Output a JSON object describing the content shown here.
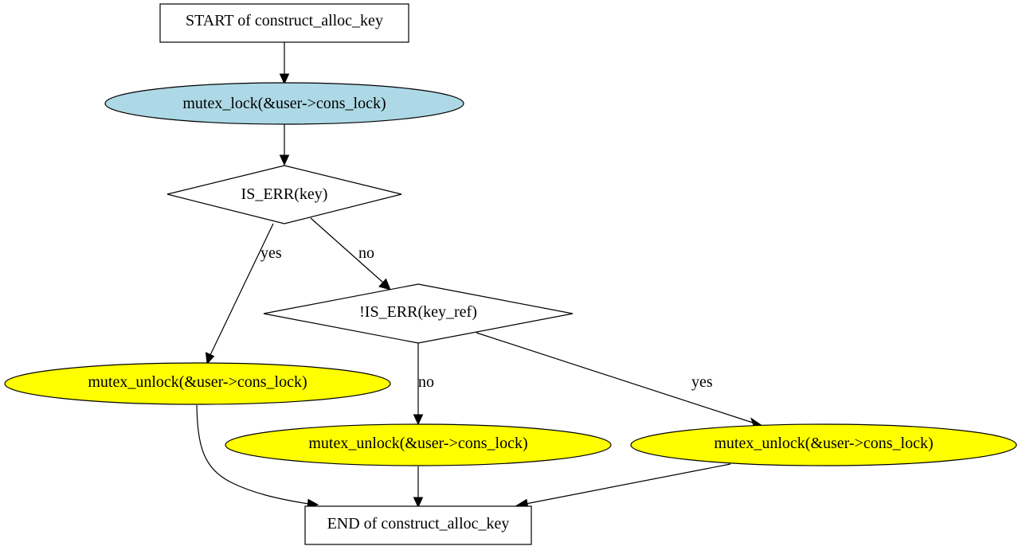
{
  "colors": {
    "lock_fill": "#add8e6",
    "unlock_fill": "#ffff00",
    "box_fill": "#ffffff",
    "line": "#000000"
  },
  "nodes": {
    "start": {
      "label": "START of construct_alloc_key",
      "shape": "box"
    },
    "lock": {
      "label": "mutex_lock(&user->cons_lock)",
      "shape": "ellipse"
    },
    "check_key": {
      "label": "IS_ERR(key)",
      "shape": "diamond"
    },
    "check_key_ref": {
      "label": "!IS_ERR(key_ref)",
      "shape": "diamond"
    },
    "unlock_a": {
      "label": "mutex_unlock(&user->cons_lock)",
      "shape": "ellipse"
    },
    "unlock_b": {
      "label": "mutex_unlock(&user->cons_lock)",
      "shape": "ellipse"
    },
    "unlock_c": {
      "label": "mutex_unlock(&user->cons_lock)",
      "shape": "ellipse"
    },
    "end": {
      "label": "END of construct_alloc_key",
      "shape": "box"
    }
  },
  "edges": [
    {
      "from": "start",
      "to": "lock",
      "label": ""
    },
    {
      "from": "lock",
      "to": "check_key",
      "label": ""
    },
    {
      "from": "check_key",
      "to": "unlock_a",
      "label": "yes"
    },
    {
      "from": "check_key",
      "to": "check_key_ref",
      "label": "no"
    },
    {
      "from": "check_key_ref",
      "to": "unlock_b",
      "label": "no"
    },
    {
      "from": "check_key_ref",
      "to": "unlock_c",
      "label": "yes"
    },
    {
      "from": "unlock_a",
      "to": "end",
      "label": ""
    },
    {
      "from": "unlock_b",
      "to": "end",
      "label": ""
    },
    {
      "from": "unlock_c",
      "to": "end",
      "label": ""
    }
  ]
}
